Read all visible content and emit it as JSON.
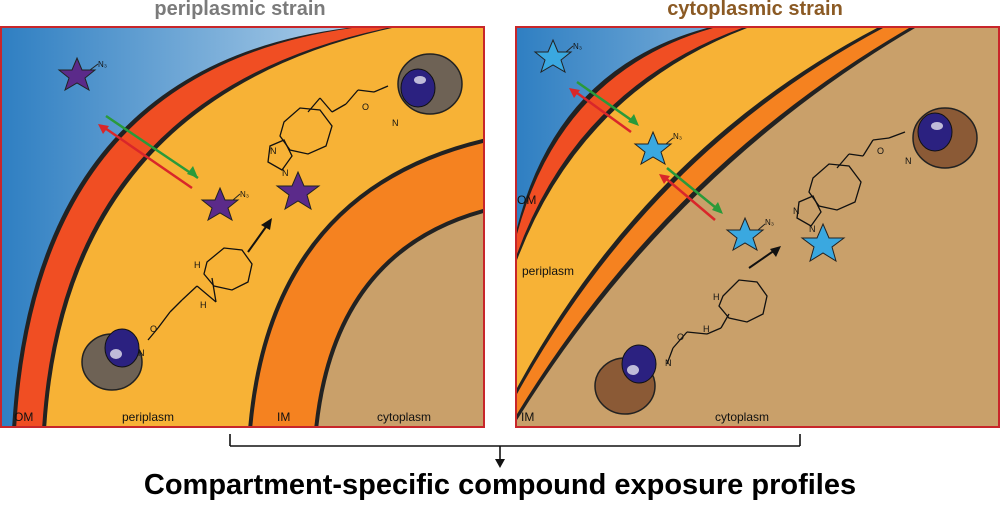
{
  "titles": {
    "left": "periplasmic strain",
    "right": "cytoplasmic strain",
    "left_color": "#7b7b7b",
    "right_color": "#8b5a24"
  },
  "left_panel": {
    "labels": {
      "om": "OM",
      "periplasm": "periplasm",
      "im": "IM",
      "cytoplasm": "cytoplasm",
      "azide": "N₃"
    },
    "star_color": "#5b2a8a"
  },
  "right_panel": {
    "labels": {
      "om": "OM",
      "periplasm": "periplasm",
      "im": "IM",
      "cytoplasm": "cytoplasm",
      "azide": "N₃"
    },
    "star_color": "#3aa8e0"
  },
  "chem_labels": {
    "h": "H",
    "o": "O",
    "n": "N"
  },
  "colors": {
    "extracellular": "#2f7fc2",
    "om": "#f04e23",
    "periplasm": "#f7b236",
    "im": "#f58220",
    "cytoplasm": "#c9a06a",
    "protein": "#2b2180",
    "arrow_green": "#2a9a3a",
    "arrow_red": "#d9262a"
  },
  "footer": {
    "caption": "Compartment-specific compound exposure profiles"
  }
}
